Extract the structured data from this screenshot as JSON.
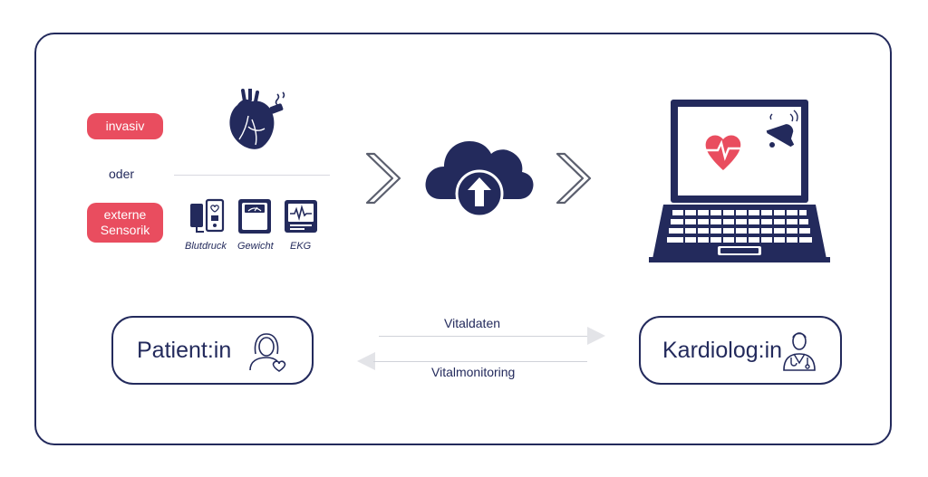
{
  "left": {
    "pill_invasiv": "invasiv",
    "or_text": "oder",
    "pill_extern_line1": "externe",
    "pill_extern_line2": "Sensorik",
    "devices": [
      {
        "label": "Blutdruck",
        "icon": "blood-pressure-monitor-icon"
      },
      {
        "label": "Gewicht",
        "icon": "scale-icon"
      },
      {
        "label": "EKG",
        "icon": "ecg-monitor-icon"
      }
    ],
    "invasive_icon": "heart-implant-icon"
  },
  "center": {
    "cloud_icon": "cloud-upload-icon",
    "chevron_icon": "chevron-right-icon"
  },
  "right": {
    "laptop_icon": "laptop-heart-alarm-icon"
  },
  "nodes": {
    "patient": "Patient:in",
    "cardiologist": "Kardiolog:in"
  },
  "flows": {
    "to_cardiologist": "Vitaldaten",
    "to_patient": "Vitalmonitoring"
  },
  "colors": {
    "navy": "#232a5c",
    "accent": "#e94d5f",
    "arrow": "#e3e4e8"
  }
}
